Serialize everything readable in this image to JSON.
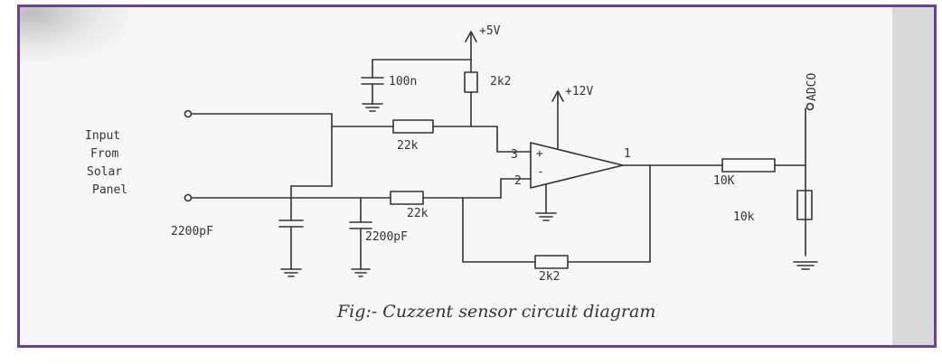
{
  "diagram": {
    "caption": "Fig:- Cuzzent sensor circuit diagram",
    "input_label": [
      "Input",
      "From",
      "Solar",
      "Panel"
    ],
    "supply_5v": "+5V",
    "supply_12v": "+12V",
    "output_label": "ADCO",
    "cap_100n": "100n",
    "res_2k2_top": "2k2",
    "res_22k_top": "22k",
    "res_22k_bottom": "22k",
    "cap_2200pf_left": "2200pF",
    "cap_2200pf_mid": "2200pF",
    "res_2k2_feedback": "2k2",
    "res_10k_series": "10K",
    "res_10k_shunt": "10k",
    "pin_noninv": "3",
    "pin_inv": "2",
    "pin_out": "1",
    "plus_sign": "+",
    "minus_sign": "-",
    "colors": {
      "frame": "#6a3fa0",
      "ink": "#333333",
      "side_panel": "#d9d9d9"
    }
  }
}
